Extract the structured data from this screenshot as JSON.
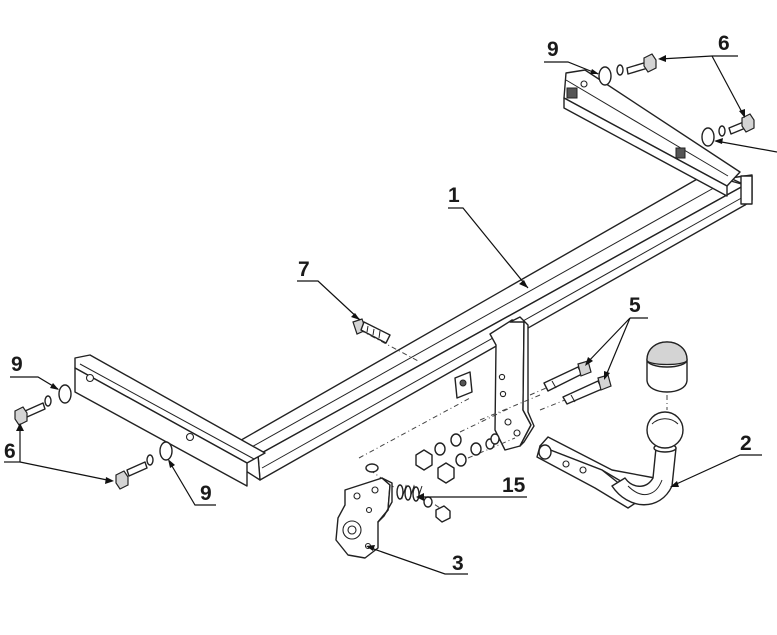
{
  "labels": {
    "main_frame": "1",
    "ball_neck": "2",
    "socket_plate": "3",
    "bolts_right": "5",
    "bolt_top_right": "6",
    "bolt_left": "6",
    "center_bolt": "7",
    "washer_top_left": "9",
    "washer_left": "9",
    "washer_bottom_left": "9",
    "spring_assembly": "15"
  }
}
